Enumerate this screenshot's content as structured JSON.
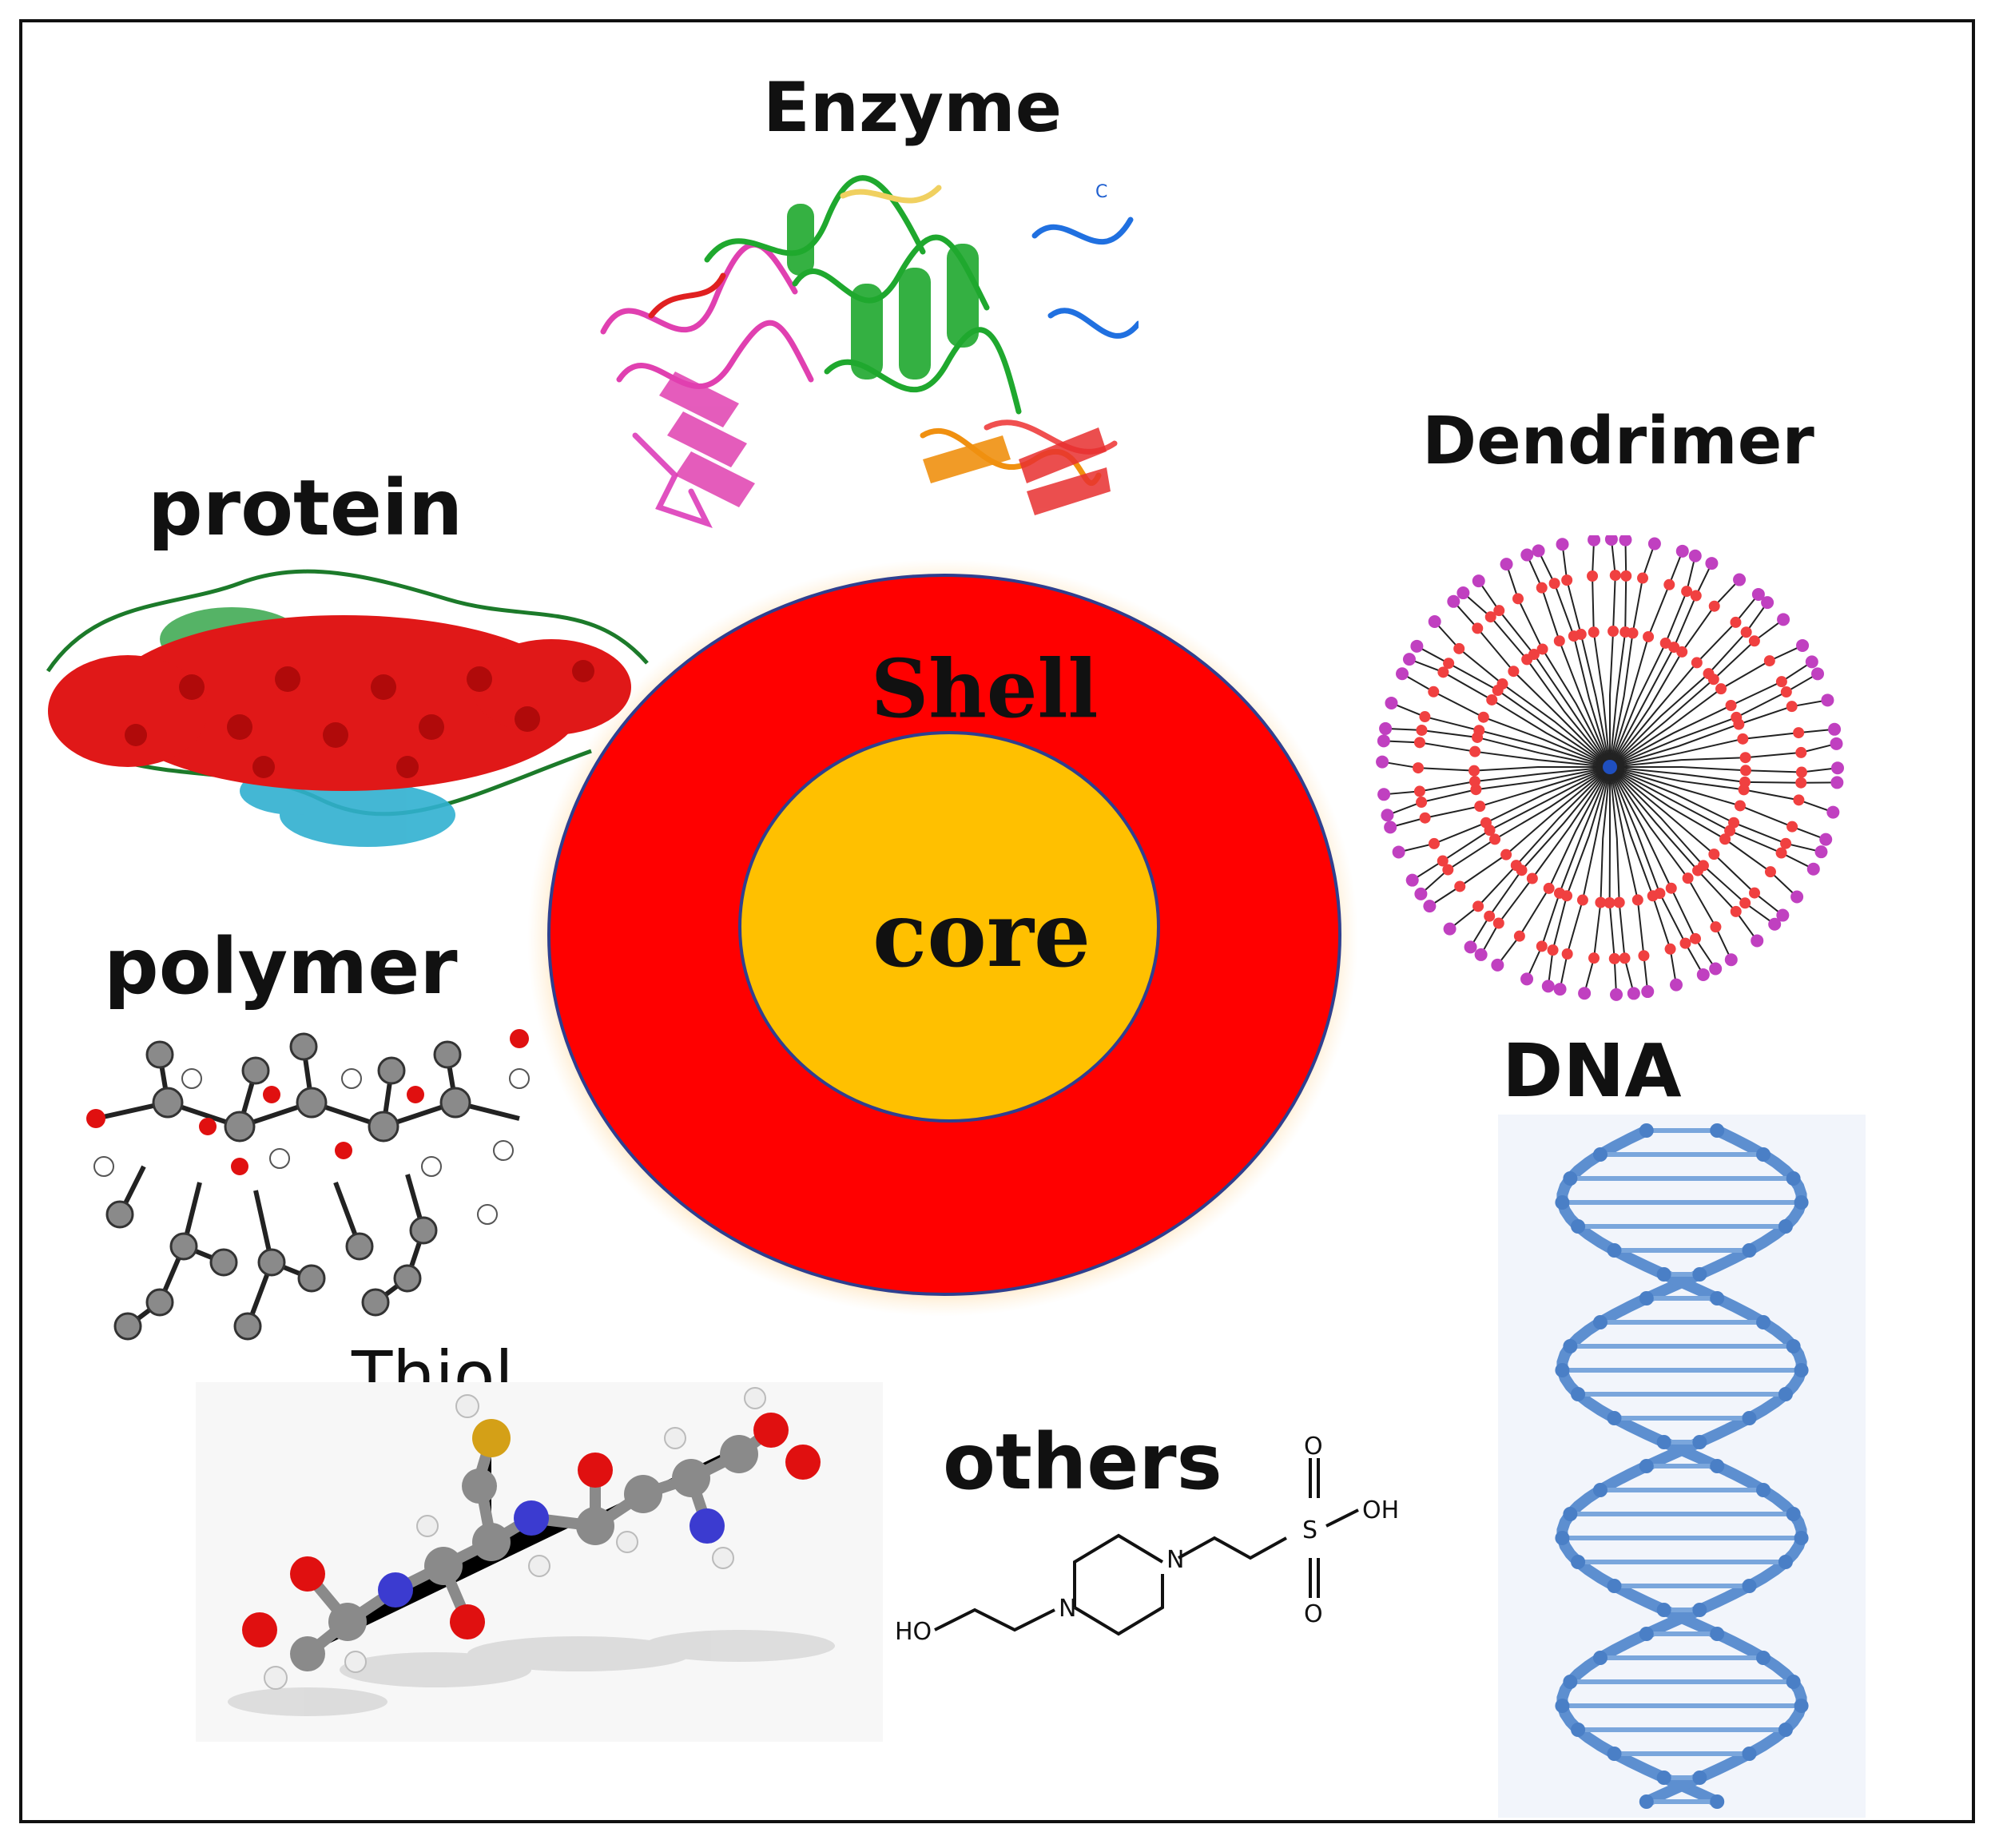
{
  "center": {
    "shell_label": "Shell",
    "core_label": "core",
    "shell_color": "#ff0000",
    "core_color": "#ffc000",
    "outline_color": "#2f3f8f"
  },
  "ligands": {
    "enzyme": "Enzyme",
    "dendrimer": "Dendrimer",
    "protein": "protein",
    "polymer": "polymer",
    "dna": "DNA",
    "thiol": "Thiol",
    "others": "others"
  },
  "others_structure": {
    "ho_left": "HO",
    "n_top": "N",
    "n_bottom": "N",
    "s": "S",
    "o_top": "O",
    "o_bottom": "O",
    "oh_right": "OH"
  },
  "enzyme_structure": {
    "terminus": "C"
  }
}
